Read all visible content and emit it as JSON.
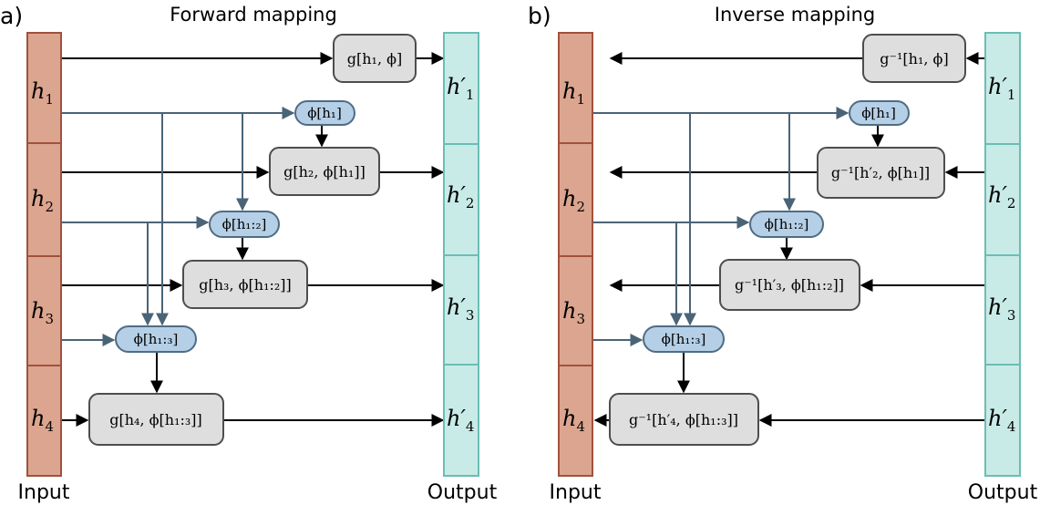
{
  "panels": {
    "a": {
      "label": "a)",
      "title": "Forward mapping",
      "input_caption": "Input",
      "output_caption": "Output"
    },
    "b": {
      "label": "b)",
      "title": "Inverse mapping",
      "input_caption": "Input",
      "output_caption": "Output"
    }
  },
  "inputs": [
    {
      "sym": "h",
      "sub": "1"
    },
    {
      "sym": "h",
      "sub": "2"
    },
    {
      "sym": "h",
      "sub": "3"
    },
    {
      "sym": "h",
      "sub": "4"
    }
  ],
  "outputs": [
    {
      "sym": "h′",
      "sub": "1"
    },
    {
      "sym": "h′",
      "sub": "2"
    },
    {
      "sym": "h′",
      "sub": "3"
    },
    {
      "sym": "h′",
      "sub": "4"
    }
  ],
  "forward_boxes": [
    "g[h₁, ϕ]",
    "g[h₂, ϕ[h₁]]",
    "g[h₃, ϕ[h₁:₂]]",
    "g[h₄, ϕ[h₁:₃]]"
  ],
  "inverse_boxes": [
    "g⁻¹[h₁, ϕ]",
    "g⁻¹[h′₂, ϕ[h₁]]",
    "g⁻¹[h′₃, ϕ[h₁:₂]]",
    "g⁻¹[h′₄, ϕ[h₁:₃]]"
  ],
  "phi_boxes": [
    "ϕ[h₁]",
    "ϕ[h₁:₂]",
    "ϕ[h₁:₃]"
  ],
  "colors": {
    "input_fill": "#dca58f",
    "output_fill": "#c8ebe7",
    "g_box_fill": "#dedede",
    "phi_box_fill": "#b5cfe6",
    "wire_blue": "#4a6477"
  }
}
